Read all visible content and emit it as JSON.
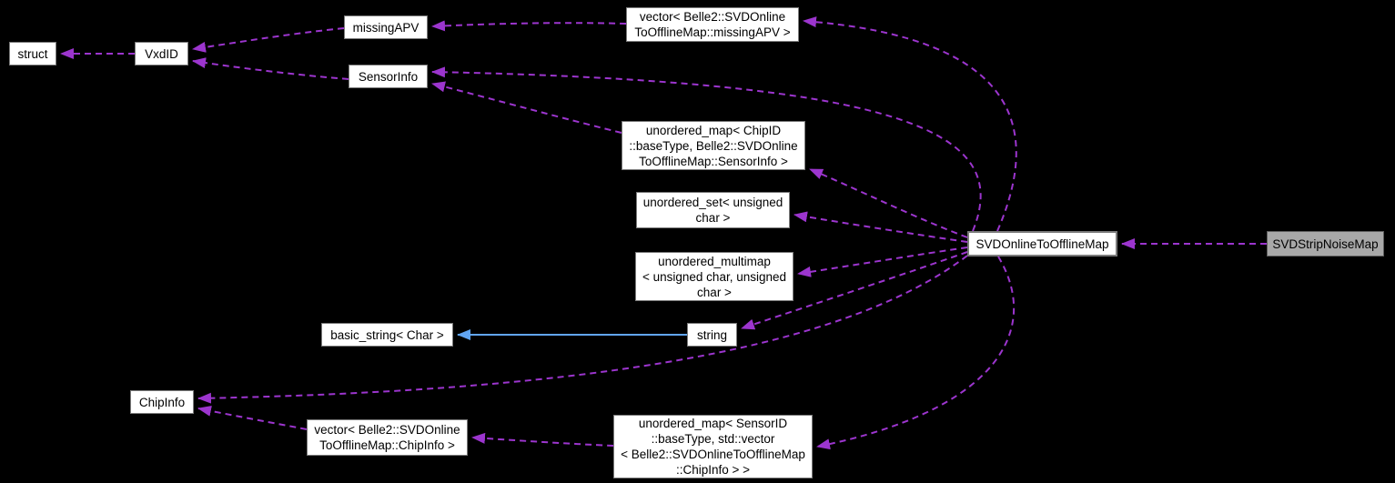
{
  "diagram": {
    "type": "collaboration-graph",
    "colors": {
      "background": "#000000",
      "edge-dashed": "#9C35CE",
      "edge-solid": "#61A5F2",
      "node-fill": "#FFFFFF",
      "node-border": "#7B7B7B",
      "highlight-fill": "#A8A8A8",
      "text": "#000000"
    },
    "nodes": {
      "struct": {
        "label": "struct"
      },
      "vxdid": {
        "label": "VxdID"
      },
      "missingapv": {
        "label": "missingAPV"
      },
      "vector_missingapv": {
        "label": "vector< Belle2::SVDOnline\nToOfflineMap::missingAPV >"
      },
      "sensorinfo": {
        "label": "SensorInfo"
      },
      "umap_chipid": {
        "label": "unordered_map< ChipID\n::baseType, Belle2::SVDOnline\nToOfflineMap::SensorInfo >"
      },
      "uset_uchar": {
        "label": "unordered_set< unsigned\nchar >"
      },
      "umultimap_uchar": {
        "label": "unordered_multimap\n< unsigned char, unsigned\nchar >"
      },
      "basic_string": {
        "label": "basic_string< Char >"
      },
      "string": {
        "label": "string"
      },
      "chipinfo": {
        "label": "ChipInfo"
      },
      "vector_chipinfo": {
        "label": "vector< Belle2::SVDOnline\nToOfflineMap::ChipInfo >"
      },
      "umap_sensorid": {
        "label": "unordered_map< SensorID\n::baseType, std::vector\n< Belle2::SVDOnlineToOfflineMap\n::ChipInfo > >"
      },
      "svdonlinetoofflinemap": {
        "label": "SVDOnlineToOfflineMap"
      },
      "svdstripnoisemap": {
        "label": "SVDStripNoiseMap"
      }
    },
    "edges": [
      {
        "from": "vxdid",
        "to": "struct",
        "style": "dashed"
      },
      {
        "from": "missingapv",
        "to": "vxdid",
        "style": "dashed"
      },
      {
        "from": "sensorinfo",
        "to": "vxdid",
        "style": "dashed"
      },
      {
        "from": "vector_missingapv",
        "to": "missingapv",
        "style": "dashed"
      },
      {
        "from": "umap_chipid",
        "to": "sensorinfo",
        "style": "dashed"
      },
      {
        "from": "svdonlinetoofflinemap",
        "to": "sensorinfo",
        "style": "dashed"
      },
      {
        "from": "svdonlinetoofflinemap",
        "to": "vector_missingapv",
        "style": "dashed"
      },
      {
        "from": "svdonlinetoofflinemap",
        "to": "umap_chipid",
        "style": "dashed"
      },
      {
        "from": "svdonlinetoofflinemap",
        "to": "uset_uchar",
        "style": "dashed"
      },
      {
        "from": "svdonlinetoofflinemap",
        "to": "umultimap_uchar",
        "style": "dashed"
      },
      {
        "from": "svdonlinetoofflinemap",
        "to": "string",
        "style": "dashed"
      },
      {
        "from": "svdonlinetoofflinemap",
        "to": "chipinfo",
        "style": "dashed"
      },
      {
        "from": "svdonlinetoofflinemap",
        "to": "umap_sensorid",
        "style": "dashed"
      },
      {
        "from": "string",
        "to": "basic_string",
        "style": "solid"
      },
      {
        "from": "vector_chipinfo",
        "to": "chipinfo",
        "style": "dashed"
      },
      {
        "from": "umap_sensorid",
        "to": "vector_chipinfo",
        "style": "dashed"
      },
      {
        "from": "svdstripnoisemap",
        "to": "svdonlinetoofflinemap",
        "style": "dashed"
      }
    ]
  }
}
